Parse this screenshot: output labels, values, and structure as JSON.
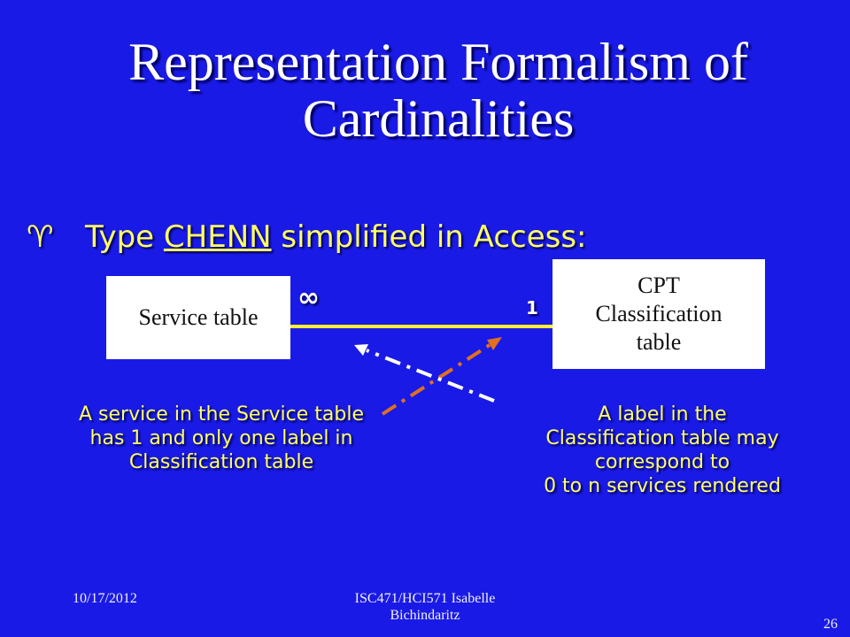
{
  "slide": {
    "title": "Representation Formalism of Cardinalities",
    "bullet": {
      "icon": "ram-bullet-icon",
      "prefix": "Type ",
      "underlined": "CHENN",
      "suffix": " simplified in Access:"
    },
    "entities": {
      "service": "Service table",
      "cpt_line1": "CPT",
      "cpt_line2": "Classification",
      "cpt_line3": "table"
    },
    "cardinality": {
      "many": "∞",
      "one": "1"
    },
    "notes": {
      "left_line1": "A service in the Service table",
      "left_line2": "has 1 and only one label in",
      "left_line3": "Classification table",
      "right_line1": "A label in the",
      "right_line2": "Classification table may",
      "right_line3": "correspond to",
      "right_line4": "0 to n services rendered"
    },
    "footer": {
      "date": "10/17/2012",
      "course_line1": "ISC471/HCI571  Isabelle",
      "course_line2": "Bichindaritz",
      "page": "26"
    },
    "colors": {
      "background": "#1a1ae6",
      "accent_yellow": "#ffff66",
      "relationship_line": "#ffee33",
      "arrow_orange": "#e07020",
      "arrow_white": "#ffffff"
    }
  }
}
